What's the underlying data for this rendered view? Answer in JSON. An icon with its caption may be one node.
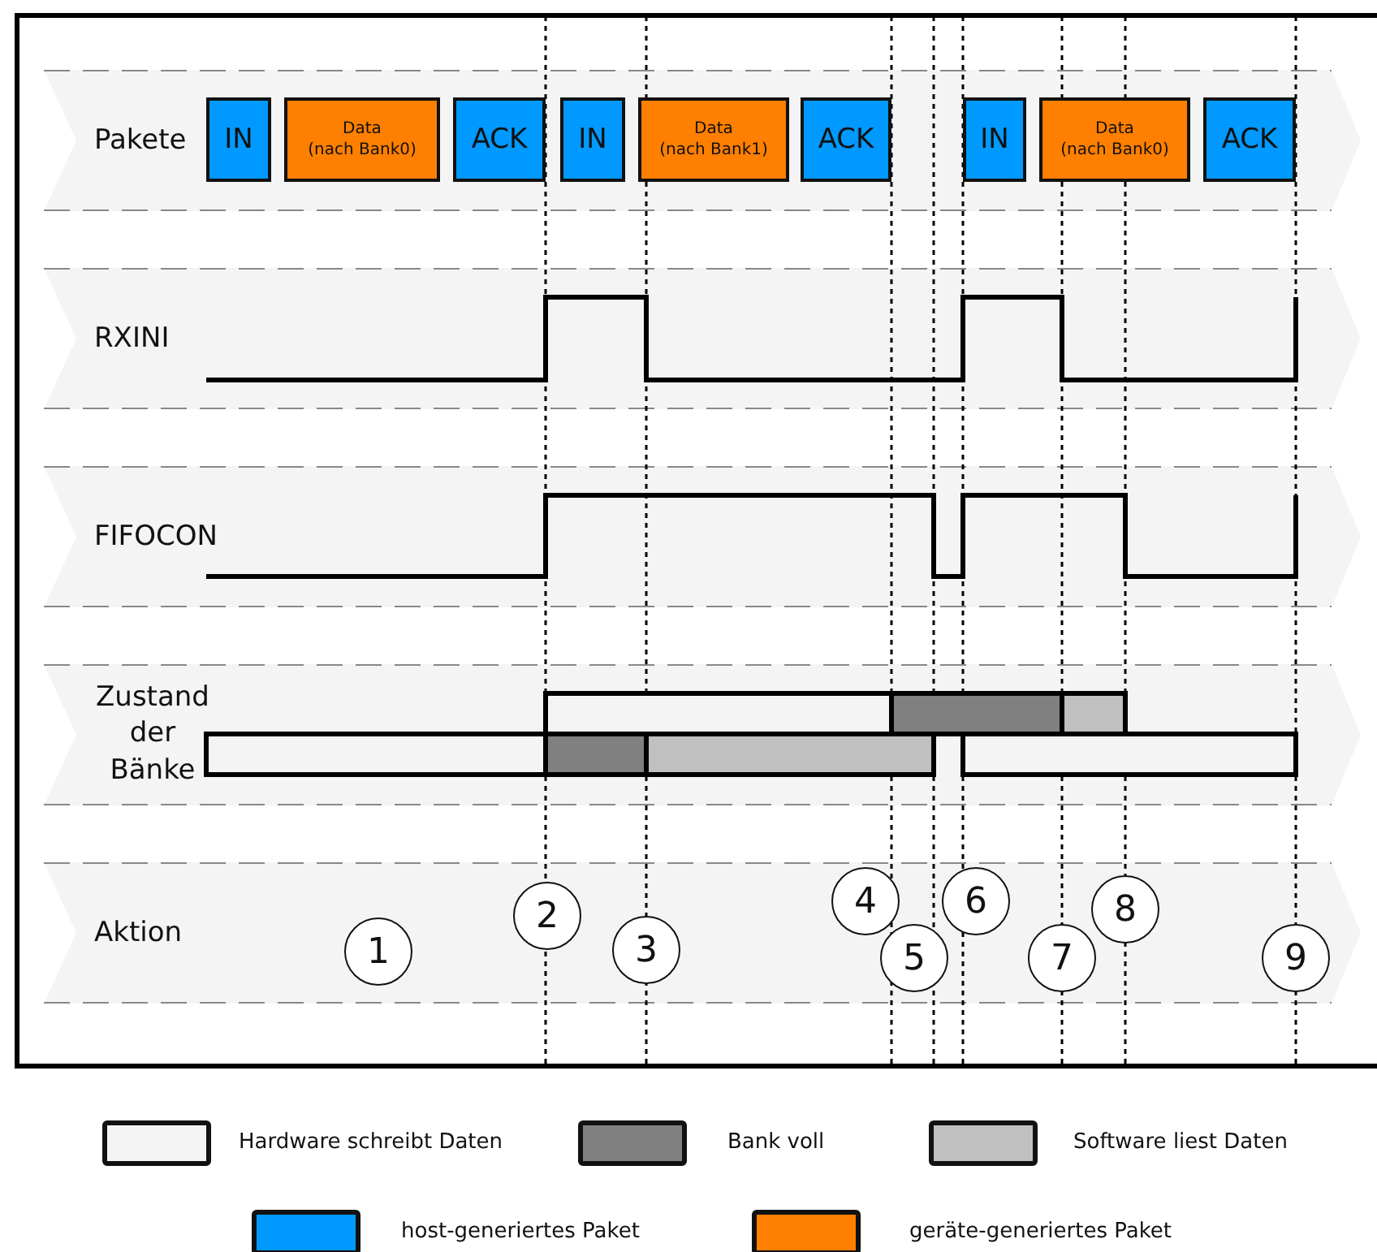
{
  "diagram": {
    "nodes": [
      {
        "text": [
          "Pakete"
        ]
      },
      {
        "text": [
          "IN"
        ],
        "in": 0
      },
      {
        "text": [
          "Data (nach Bank0)"
        ],
        "in": 0
      },
      {
        "text": [
          "ACK"
        ],
        "in": 0
      },
      {
        "text": [
          "IN"
        ],
        "in": 0
      },
      {
        "text": [
          "Data (nach Bank1)"
        ],
        "in": 0
      },
      {
        "text": [
          "ACK"
        ],
        "in": 0
      },
      {
        "text": [
          "IN"
        ],
        "in": 0
      },
      {
        "text": [
          "Data (nach Bank0)"
        ],
        "in": 0
      },
      {
        "text": [
          "ACK"
        ],
        "in": 0
      },
      {
        "text": [
          "RXINI"
        ]
      },
      {
        "text": [
          "FIFOCON"
        ]
      },
      {
        "text": [
          "Zustand der Bänke"
        ]
      },
      {
        "text": [
          "Aktion"
        ]
      },
      {
        "text": [
          "1"
        ],
        "in": 13
      },
      {
        "text": [
          "2"
        ],
        "in": 13
      },
      {
        "text": [
          "3"
        ],
        "in": 13
      },
      {
        "text": [
          "4"
        ],
        "in": 13
      },
      {
        "text": [
          "5"
        ],
        "in": 13
      },
      {
        "text": [
          "6"
        ],
        "in": 13
      },
      {
        "text": [
          "7"
        ],
        "in": 13
      },
      {
        "text": [
          "8"
        ],
        "in": 13
      },
      {
        "text": [
          "9"
        ],
        "in": 13
      }
    ],
    "legend": [
      {
        "text": "Hardware schreibt Daten",
        "color": "#f4f4f4"
      },
      {
        "text": "Bank voll",
        "color": "#808080"
      },
      {
        "text": "Software liest Daten",
        "color": "#c0c0c0"
      },
      {
        "text": "host-generiertes Paket",
        "color": "#0099ff"
      },
      {
        "text": "geräte-generiertes Paket",
        "color": "#ff7f00"
      }
    ]
  }
}
